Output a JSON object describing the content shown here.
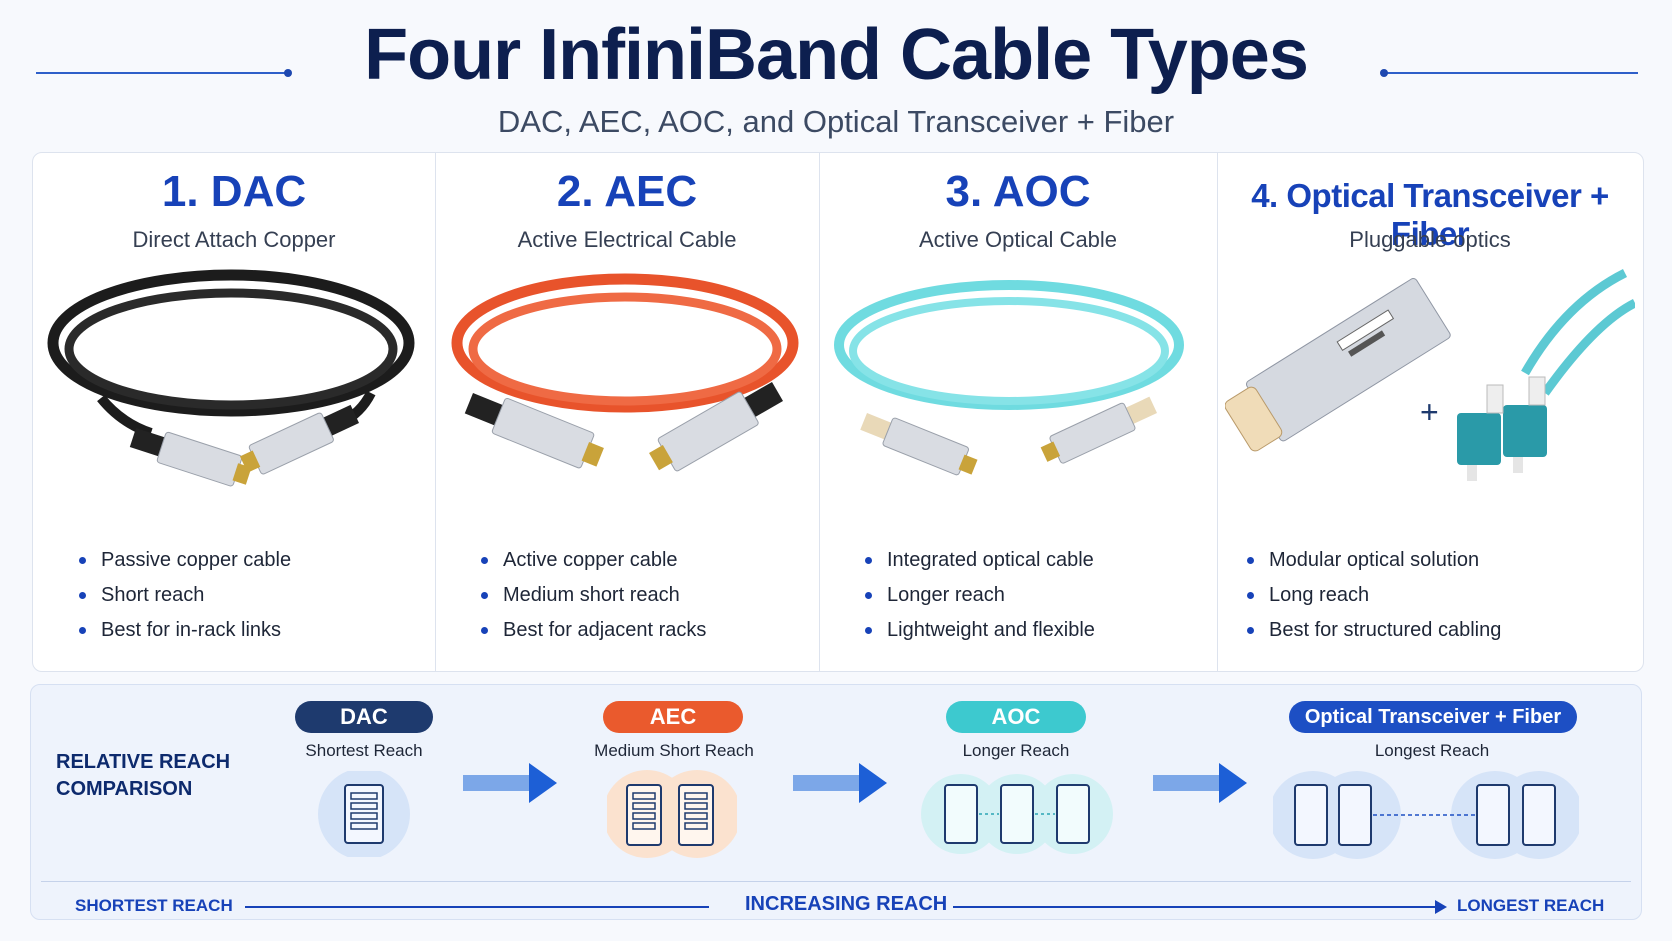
{
  "header": {
    "title": "Four InfiniBand Cable Types",
    "subtitle": "DAC, AEC, AOC, and Optical Transceiver + Fiber"
  },
  "cards": [
    {
      "title": "1. DAC",
      "subtitle": "Direct Attach Copper",
      "cable_color": "#1c1c1c",
      "bullets": [
        "Passive copper cable",
        "Short reach",
        "Best for in-rack links"
      ]
    },
    {
      "title": "2. AEC",
      "subtitle": "Active Electrical Cable",
      "cable_color": "#e8532b",
      "bullets": [
        "Active copper cable",
        "Medium short reach",
        "Best for adjacent racks"
      ]
    },
    {
      "title": "3. AOC",
      "subtitle": "Active Optical Cable",
      "cable_color": "#6fdbe0",
      "bullets": [
        "Integrated optical cable",
        "Longer reach",
        "Lightweight and flexible"
      ]
    },
    {
      "title": "4. Optical Transceiver + Fiber",
      "subtitle": "Pluggable optics",
      "cable_color": "#5cc9d3",
      "plus": "+",
      "bullets": [
        "Modular optical solution",
        "Long reach",
        "Best for structured cabling"
      ]
    }
  ],
  "reach": {
    "label_line1": "RELATIVE REACH",
    "label_line2": "COMPARISON",
    "items": [
      {
        "pill": "DAC",
        "caption": "Shortest Reach",
        "color": "#1e3a6e",
        "halo": "#d6e4f8"
      },
      {
        "pill": "AEC",
        "caption": "Medium Short Reach",
        "color": "#ea5a2d",
        "halo": "#fbe2cf"
      },
      {
        "pill": "AOC",
        "caption": "Longer Reach",
        "color": "#3dc9cf",
        "halo": "#d3f1f4"
      },
      {
        "pill": "Optical Transceiver + Fiber",
        "caption": "Longest Reach",
        "color": "#1d4fc4",
        "halo": "#d6e4f8"
      }
    ],
    "axis_left": "SHORTEST REACH",
    "axis_middle": "INCREASING REACH",
    "axis_right": "LONGEST REACH"
  }
}
